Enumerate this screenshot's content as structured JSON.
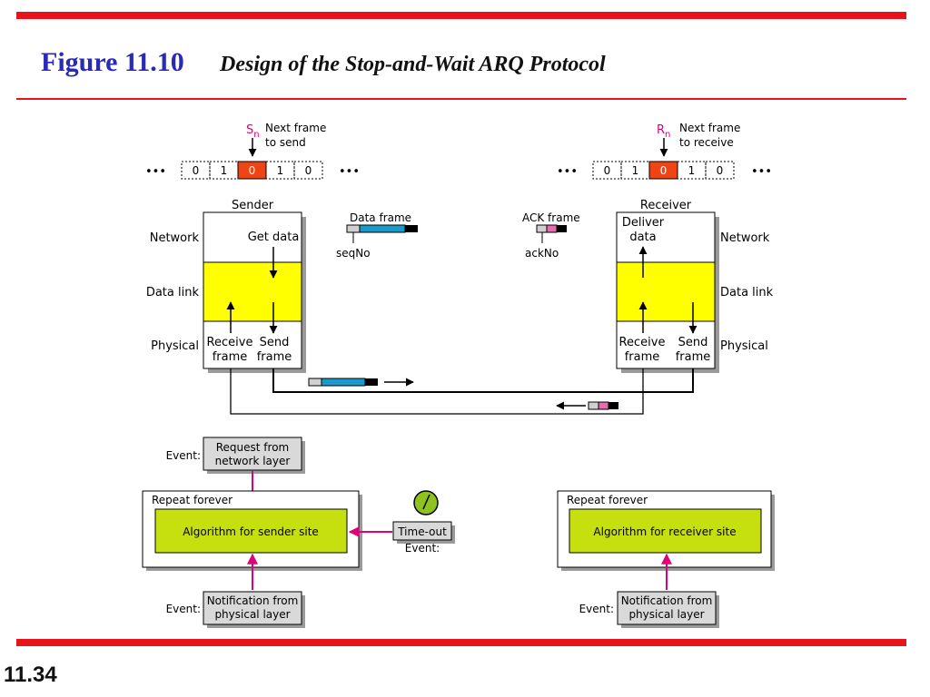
{
  "header": {
    "figure_label": "Figure 11.10",
    "figure_title": "Design of the Stop-and-Wait ARQ Protocol"
  },
  "footer": {
    "slide_number": "11.34"
  },
  "colors": {
    "accent_red": "#e8141b",
    "title_blue": "#2a2ab8",
    "datalink_yellow": "#ffff00",
    "algorithm_green": "#c6e00f",
    "arrow_magenta": "#e0007a",
    "frame_blue": "#1a9ac8",
    "frame_pink": "#e86bb0",
    "current_seq_orange": "#f04414",
    "event_box_gray": "#d9d9d9"
  },
  "sender_window": {
    "pointer_label": "S",
    "pointer_subscript": "n",
    "pointer_caption_line1": "Next frame",
    "pointer_caption_line2": "to send",
    "ellipsis": "•••",
    "sequence": [
      "0",
      "1",
      "0",
      "1",
      "0"
    ],
    "current_index": 2
  },
  "receiver_window": {
    "pointer_label": "R",
    "pointer_subscript": "n",
    "pointer_caption_line1": "Next frame",
    "pointer_caption_line2": "to receive",
    "ellipsis": "•••",
    "sequence": [
      "0",
      "1",
      "0",
      "1",
      "0"
    ],
    "current_index": 2
  },
  "sender": {
    "title": "Sender",
    "get_data": "Get data",
    "receive_line1": "Receive",
    "receive_line2": "frame",
    "send_line1": "Send",
    "send_line2": "frame"
  },
  "receiver": {
    "title": "Receiver",
    "deliver_line1": "Deliver",
    "deliver_line2": "data",
    "receive_line1": "Receive",
    "receive_line2": "frame",
    "send_line1": "Send",
    "send_line2": "frame"
  },
  "layers": {
    "network": "Network",
    "data_link": "Data link",
    "physical": "Physical"
  },
  "frames": {
    "data_frame_label": "Data frame",
    "data_frame_field": "seqNo",
    "ack_frame_label": "ACK frame",
    "ack_frame_field": "ackNo"
  },
  "sender_site": {
    "repeat_label": "Repeat forever",
    "algorithm_label": "Algorithm for sender site",
    "event_label": "Event:",
    "request_line1": "Request from",
    "request_line2": "network layer",
    "notification_line1": "Notification from",
    "notification_line2": "physical layer",
    "timeout_label": "Time-out",
    "timeout_event_label": "Event:"
  },
  "receiver_site": {
    "repeat_label": "Repeat forever",
    "algorithm_label": "Algorithm for receiver site",
    "event_label": "Event:",
    "notification_line1": "Notification from",
    "notification_line2": "physical layer"
  }
}
